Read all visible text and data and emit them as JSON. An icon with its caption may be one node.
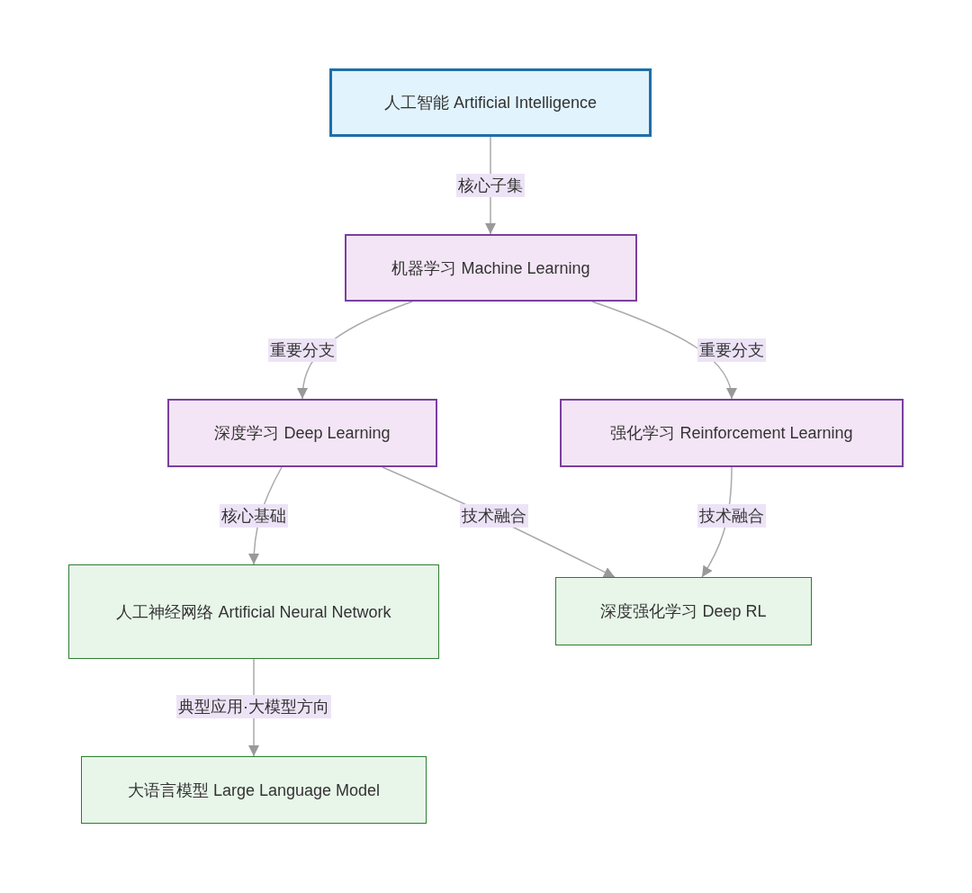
{
  "diagram": {
    "nodes": [
      {
        "text": [
          "人工智能 Artificial Intelligence"
        ]
      },
      {
        "text": [
          "机器学习 Machine Learning"
        ]
      },
      {
        "text": [
          "深度学习 Deep Learning"
        ]
      },
      {
        "text": [
          "强化学习 Reinforcement Learning"
        ]
      },
      {
        "text": [
          "人工神经网络 Artificial Neural Network"
        ]
      },
      {
        "text": [
          "深度强化学习 Deep RL"
        ]
      },
      {
        "text": [
          "大语言模型 Large Language Model"
        ]
      }
    ],
    "edges": [
      {
        "from": 0,
        "to": 1,
        "arrow": "to",
        "label": "核心子集"
      },
      {
        "from": 1,
        "to": 2,
        "arrow": "to",
        "label": "重要分支"
      },
      {
        "from": 1,
        "to": 3,
        "arrow": "to",
        "label": "重要分支"
      },
      {
        "from": 2,
        "to": 4,
        "arrow": "to",
        "label": "核心基础"
      },
      {
        "from": 2,
        "to": 5,
        "arrow": "to",
        "label": "技术融合"
      },
      {
        "from": 3,
        "to": 5,
        "arrow": "to",
        "label": "技术融合"
      },
      {
        "from": 4,
        "to": 6,
        "arrow": "to",
        "label": "典型应用·大模型方向"
      }
    ]
  }
}
